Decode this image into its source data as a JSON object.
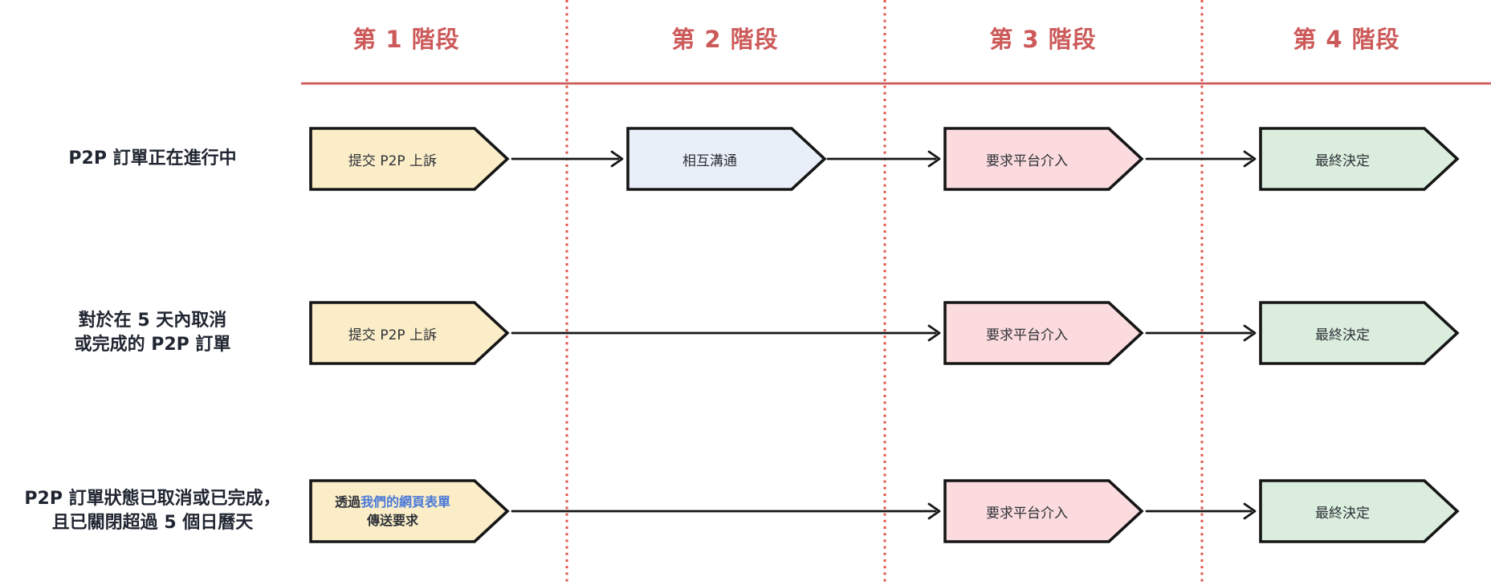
{
  "stages": [
    {
      "label": "第 1 階段"
    },
    {
      "label": "第 2 階段"
    },
    {
      "label": "第 3 階段"
    },
    {
      "label": "第 4 階段"
    }
  ],
  "rows": [
    {
      "label_line1": "P2P 訂單正在進行中",
      "boxes": {
        "submit": "提交 P2P 上訴",
        "communicate": "相互溝通",
        "platform": "要求平台介入",
        "final": "最終決定"
      }
    },
    {
      "label_line1": "對於在 5 天內取消",
      "label_line2": "或完成的 P2P 訂單",
      "boxes": {
        "submit": "提交 P2P 上訴",
        "platform": "要求平台介入",
        "final": "最終決定"
      }
    },
    {
      "label_line1": "P2P 訂單狀態已取消或已完成，",
      "label_line2": "且已關閉超過 5 個日曆天",
      "boxes": {
        "request_prefix": "透過",
        "request_link": "我們的網頁表單",
        "request_line2": "傳送要求",
        "platform": "要求平台介入",
        "final": "最終決定"
      }
    }
  ],
  "colors": {
    "stage_header": "#cd5a5a",
    "header_rule": "#cd5a5a",
    "stage_divider": "#e0544a",
    "arrow": "#161616",
    "shape_border": "#161616",
    "box_yellow": "#faedc8",
    "box_blue": "#e9eff8",
    "box_pink": "#fbdbdd",
    "box_green": "#dbeede",
    "link_text": "#4a7ad9",
    "row_label_text": "#202631",
    "box_text": "#2e3138"
  }
}
